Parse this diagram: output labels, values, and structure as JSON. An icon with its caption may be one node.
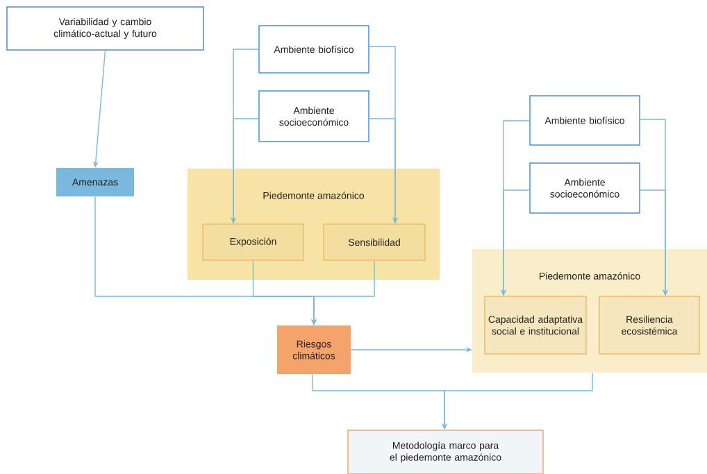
{
  "diagram": {
    "nodes": [
      {
        "text": [
          "Variabilidad y cambio climático-actual y futuro"
        ]
      },
      {
        "text": [
          "Ambiente biofísico"
        ]
      },
      {
        "text": [
          "Ambiente socioeconómico"
        ]
      },
      {
        "text": [
          "Amenazas"
        ]
      },
      {
        "text": [
          "Piedemonte amazónico"
        ]
      },
      {
        "text": [
          "Exposición"
        ],
        "in": 4
      },
      {
        "text": [
          "Sensibilidad"
        ],
        "in": 4
      },
      {
        "text": [
          "Riesgos climáticos"
        ]
      },
      {
        "text": [
          "Ambiente biofísico"
        ]
      },
      {
        "text": [
          "Ambiente socioeconómico"
        ]
      },
      {
        "text": [
          "Piedemonte amazónico"
        ]
      },
      {
        "text": [
          "Capacidad adaptativa social e institucional"
        ],
        "in": 10
      },
      {
        "text": [
          "Resiliencia ecosistémica"
        ],
        "in": 10
      },
      {
        "text": [
          "Metodología marco para el piedemonte amazónico"
        ]
      }
    ],
    "edges": [
      {
        "from": 0,
        "to": 3,
        "arrow": "to"
      },
      {
        "from": 1,
        "to": 5,
        "arrow": "to"
      },
      {
        "from": 2,
        "to": 5,
        "arrow": "to"
      },
      {
        "from": 1,
        "to": 6,
        "arrow": "to"
      },
      {
        "from": 2,
        "to": 6,
        "arrow": "to"
      },
      {
        "from": 3,
        "to": 7,
        "arrow": "to"
      },
      {
        "from": 5,
        "to": 7,
        "arrow": "to"
      },
      {
        "from": 6,
        "to": 7,
        "arrow": "to"
      },
      {
        "from": 7,
        "to": 10,
        "arrow": "to"
      },
      {
        "from": 8,
        "to": 11,
        "arrow": "to"
      },
      {
        "from": 9,
        "to": 11,
        "arrow": "to"
      },
      {
        "from": 8,
        "to": 12,
        "arrow": "to"
      },
      {
        "from": 9,
        "to": 12,
        "arrow": "to"
      },
      {
        "from": 7,
        "to": 13,
        "arrow": "to"
      },
      {
        "from": 10,
        "to": 13,
        "arrow": "to"
      }
    ]
  }
}
